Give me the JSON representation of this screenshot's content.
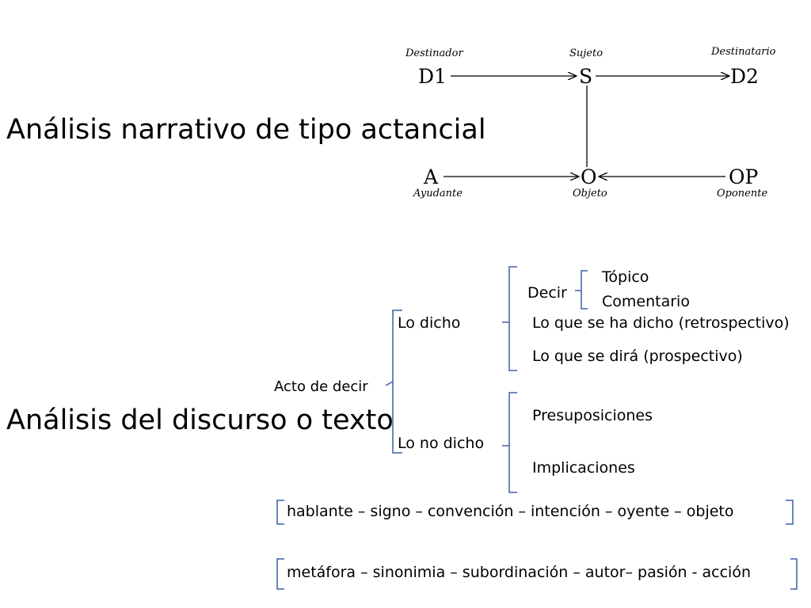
{
  "titles": {
    "narrative": "Análisis  narrativo de tipo actancial",
    "discourse": "Análisis  del discurso o texto"
  },
  "actantial_model": {
    "destinador": {
      "node": "D1",
      "role": "Destinador"
    },
    "sujeto": {
      "node": "S",
      "role": "Sujeto"
    },
    "destinatario": {
      "node": "D2",
      "role": "Destinatario"
    },
    "ayudante": {
      "node": "A",
      "role": "Ayudante"
    },
    "objeto": {
      "node": "O",
      "role": "Objeto"
    },
    "oponente": {
      "node": "OP",
      "role": "Oponente"
    }
  },
  "discourse_tree": {
    "root": "Acto de decir",
    "lo_dicho": {
      "label": "Lo dicho",
      "decir": {
        "label": "Decir",
        "topico": "Tópico",
        "comentario": "Comentario"
      },
      "retrospectivo": "Lo que se ha dicho (retrospectivo)",
      "prospectivo": "Lo que se dirá (prospectivo)"
    },
    "lo_no_dicho": {
      "label": "Lo no dicho",
      "presuposiciones": "Presuposiciones",
      "implicaciones": "Implicaciones"
    }
  },
  "chains": {
    "communication": "hablante – signo – convención – intención – oyente – objeto",
    "rhetoric": "metáfora – sinonimia – subordinación – autor– pasión - acción"
  },
  "colors": {
    "bracket": "#3f5fa8",
    "line": "#000000"
  }
}
